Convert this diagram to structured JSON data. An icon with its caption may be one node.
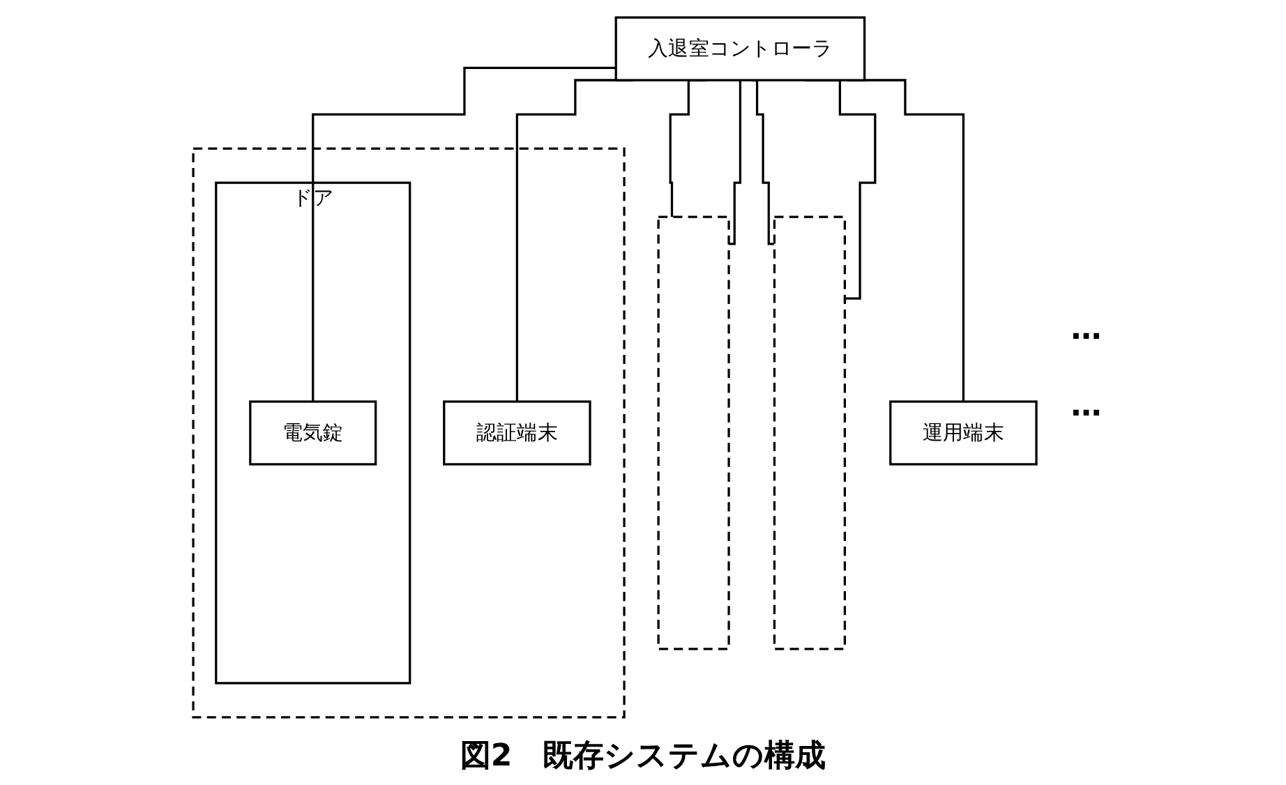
{
  "diagram": {
    "caption": "図2　既存システムの構成",
    "nodes": [
      {
        "text": [
          "入退室コントローラ"
        ]
      },
      {
        "text": [],
        "shape": "box"
      },
      {
        "text": [
          "認証端末"
        ],
        "in": 1
      },
      {
        "text": [
          "ドア"
        ],
        "in": 1
      },
      {
        "text": [
          "電気錠"
        ],
        "in": 3
      },
      {
        "text": [],
        "shape": "box"
      },
      {
        "text": [],
        "shape": "box"
      },
      {
        "text": [
          "運用端末"
        ]
      }
    ],
    "edges": [
      {
        "from": 0,
        "to": 2,
        "arrow": "none"
      },
      {
        "from": 0,
        "to": 4,
        "arrow": "none"
      },
      {
        "from": 0,
        "to": 5,
        "arrow": "none"
      },
      {
        "from": 0,
        "to": 5,
        "arrow": "none"
      },
      {
        "from": 0,
        "to": 6,
        "arrow": "none"
      },
      {
        "from": 0,
        "to": 6,
        "arrow": "none"
      },
      {
        "from": 0,
        "to": 7,
        "arrow": "none"
      }
    ],
    "labels": [
      "…",
      "…"
    ]
  }
}
